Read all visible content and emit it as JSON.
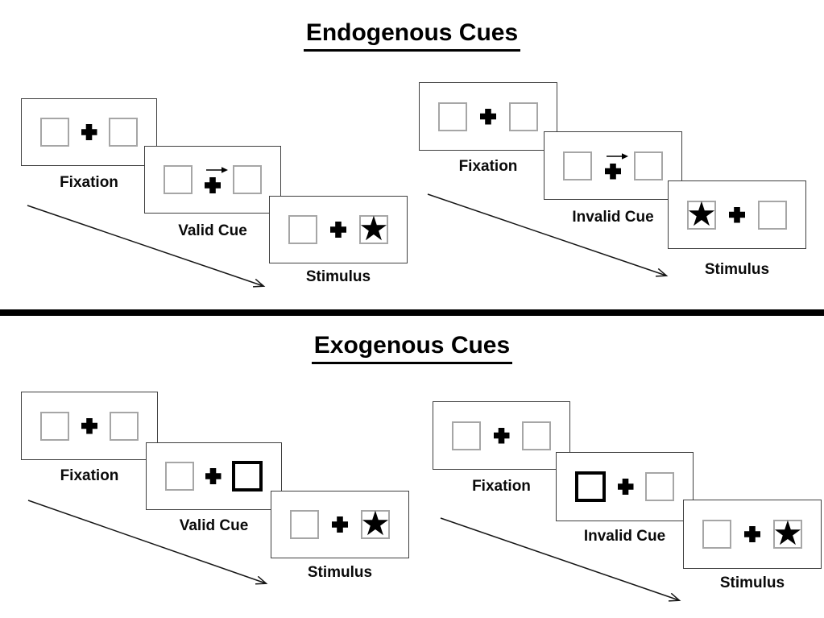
{
  "figure": {
    "background": "#ffffff",
    "divider": {
      "present": true,
      "color": "#000000"
    }
  },
  "colors": {
    "ink": "#000000",
    "card_border": "#3f3f3f",
    "placeholder_border": "#a6a6a6"
  },
  "glyphs": {
    "star": "★"
  },
  "sections": [
    {
      "title": "Endogenous Cues",
      "panels": [
        {
          "variant": "valid",
          "steps": [
            {
              "label": "Fixation"
            },
            {
              "label": "Valid Cue",
              "cue": "central-arrow-right"
            },
            {
              "label": "Stimulus",
              "star_side": "right"
            }
          ]
        },
        {
          "variant": "invalid",
          "steps": [
            {
              "label": "Fixation"
            },
            {
              "label": "Invalid Cue",
              "cue": "central-arrow-right"
            },
            {
              "label": "Stimulus",
              "star_side": "left"
            }
          ]
        }
      ]
    },
    {
      "title": "Exogenous Cues",
      "panels": [
        {
          "variant": "valid",
          "steps": [
            {
              "label": "Fixation"
            },
            {
              "label": "Valid Cue",
              "cue": "peripheral-highlight-right"
            },
            {
              "label": "Stimulus",
              "star_side": "right"
            }
          ]
        },
        {
          "variant": "invalid",
          "steps": [
            {
              "label": "Fixation"
            },
            {
              "label": "Invalid Cue",
              "cue": "peripheral-highlight-left"
            },
            {
              "label": "Stimulus",
              "star_side": "right"
            }
          ]
        }
      ]
    }
  ]
}
